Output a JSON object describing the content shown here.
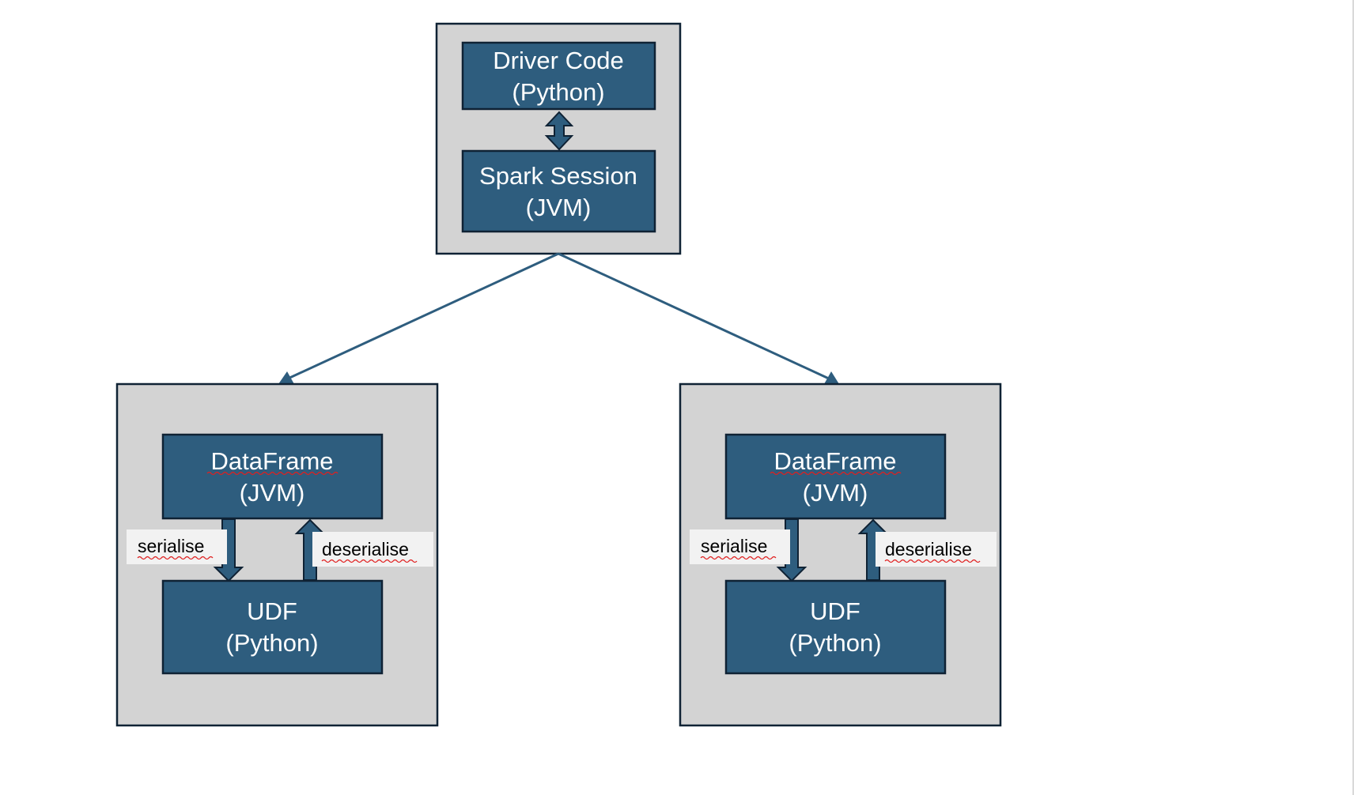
{
  "colors": {
    "node_fill": "#2e5d7e",
    "node_border": "#0f2234",
    "container_fill": "#d3d3d3",
    "connector": "#2e5d7e",
    "label_background": "#f2f2f2",
    "spellcheck_underline": "#e02020"
  },
  "driver": {
    "driver_code": {
      "line1": "Driver Code",
      "line2": "(Python)"
    },
    "spark_session": {
      "line1": "Spark Session",
      "line2": "(JVM)"
    }
  },
  "workers": [
    {
      "dataframe": {
        "line1": "DataFrame",
        "line2": "(JVM)"
      },
      "udf": {
        "line1": "UDF",
        "line2": "(Python)"
      },
      "serialise_label": "serialise",
      "deserialise_label": "deserialise"
    },
    {
      "dataframe": {
        "line1": "DataFrame",
        "line2": "(JVM)"
      },
      "udf": {
        "line1": "UDF",
        "line2": "(Python)"
      },
      "serialise_label": "serialise",
      "deserialise_label": "deserialise"
    }
  ]
}
